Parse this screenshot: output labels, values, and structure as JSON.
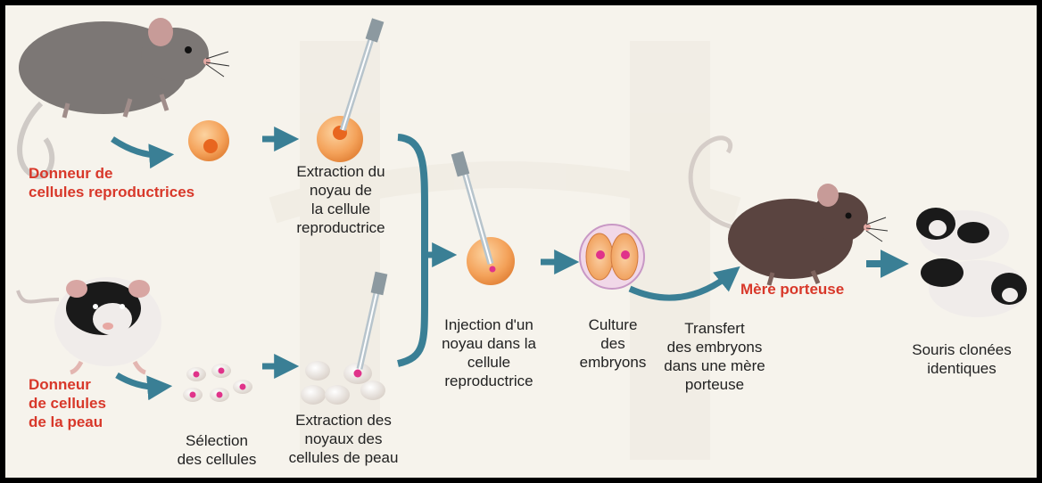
{
  "labels": {
    "donor_repro": [
      "Donneur de",
      "cellules reproductrices"
    ],
    "donor_skin": [
      "Donneur",
      "de cellules",
      "de la peau"
    ],
    "extract_repro": [
      "Extraction du",
      "noyau de",
      "la cellule",
      "reproductrice"
    ],
    "selection": [
      "Sélection",
      "des cellules"
    ],
    "extract_skin": [
      "Extraction des",
      "noyaux des",
      "cellules de peau"
    ],
    "injection": [
      "Injection d'un",
      "noyau dans la",
      "cellule",
      "reproductrice"
    ],
    "culture": [
      "Culture",
      "des",
      "embryons"
    ],
    "transfer": [
      "Transfert",
      "des embryons",
      "dans une mère",
      "porteuse"
    ],
    "mother": [
      "Mère porteuse"
    ],
    "clones": [
      "Souris clonées",
      "identiques"
    ]
  },
  "colors": {
    "accent_red": "#d8382a",
    "arrow": "#3a7f95",
    "cell_orange": "#f4a25a",
    "nucleus_pink": "#e0338a",
    "mouse_gray": "#7c7775",
    "mouse_brown": "#5a4440",
    "background": "#f6f3ec"
  },
  "icons": [
    "gray-mouse-icon",
    "black-white-mouse-icon",
    "brown-mouse-icon",
    "micropipette-icon",
    "egg-cell-icon",
    "skin-cell-icon",
    "embryo-icon",
    "arrow-icon"
  ]
}
